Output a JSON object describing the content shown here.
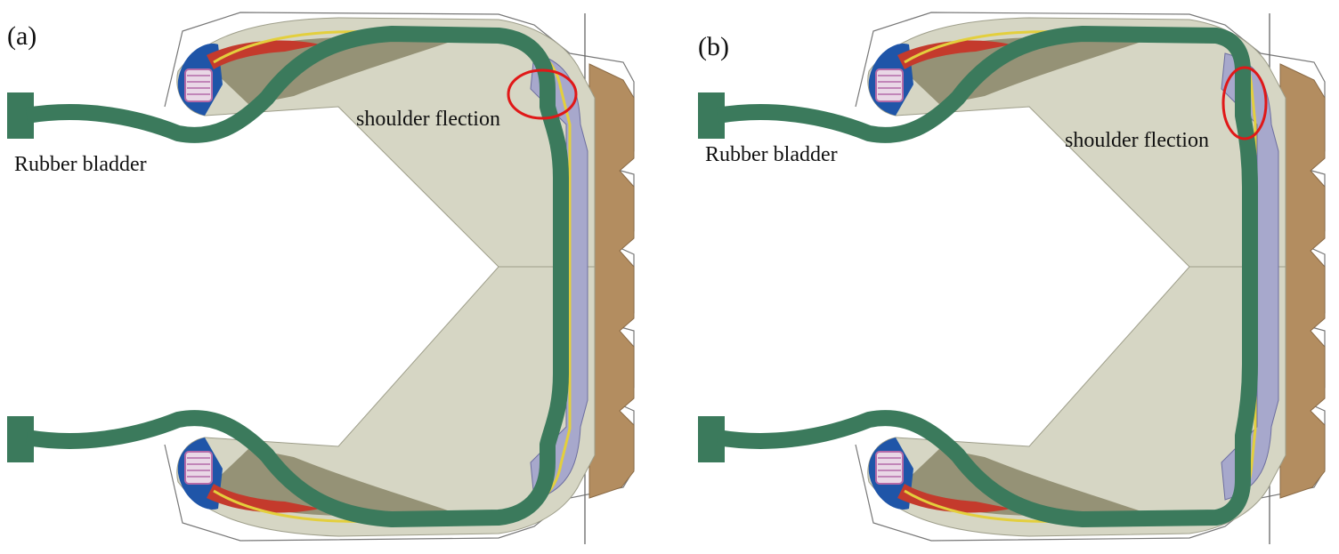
{
  "panels": [
    {
      "id": "a",
      "tag": "(a)",
      "bladder_label": "Rubber bladder",
      "flection_label": "shoulder flection"
    },
    {
      "id": "b",
      "tag": "(b)",
      "bladder_label": "Rubber bladder",
      "flection_label": "shoulder flection"
    }
  ],
  "colors": {
    "bladder": "#3b7a5c",
    "tread": "#b38d60",
    "outer_rubber": "#d6d6c4",
    "ply_lavender": "#a7a8cc",
    "bead_blue": "#1f55a8",
    "bead_red": "#c43a2c",
    "wire_yellow": "#e3cf3d",
    "bead_core": "#b46aa8",
    "apex_olive": "#8a8668",
    "highlight_circle": "#e01818",
    "mold_line": "#666666"
  },
  "icons": {
    "highlight": "red-ellipse-highlight"
  }
}
